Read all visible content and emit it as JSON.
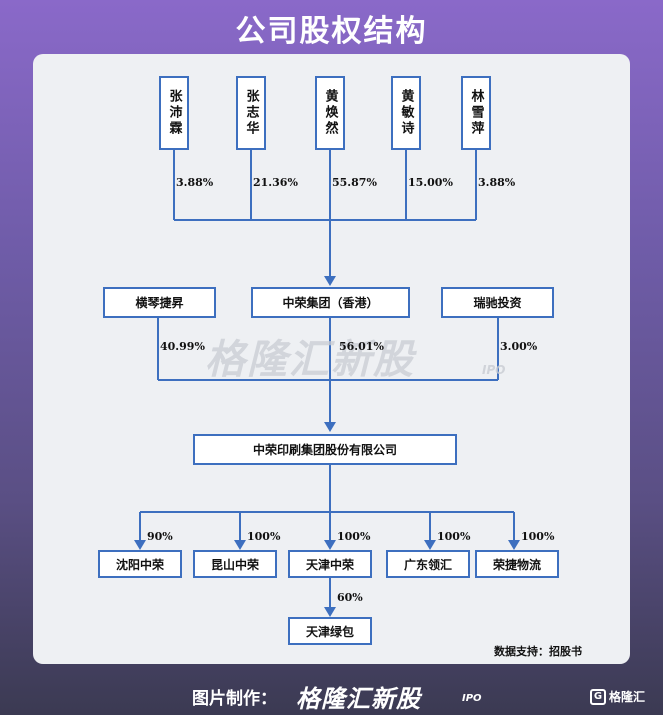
{
  "title": "公司股权结构",
  "shareholders_top": [
    {
      "name": "张沛霖",
      "pct": "3.88%"
    },
    {
      "name": "张志华",
      "pct": "21.36%"
    },
    {
      "name": "黄焕然",
      "pct": "55.87%"
    },
    {
      "name": "黄敏诗",
      "pct": "15.00%"
    },
    {
      "name": "林雪萍",
      "pct": "3.88%"
    }
  ],
  "middle": [
    {
      "name": "横琴捷昇",
      "pct": "40.99%"
    },
    {
      "name": "中荣集团（香港）",
      "pct": "56.01%"
    },
    {
      "name": "瑞驰投资",
      "pct": "3.00%"
    }
  ],
  "company": "中荣印刷集团股份有限公司",
  "subsidiaries": [
    {
      "name": "沈阳中荣",
      "pct": "90%"
    },
    {
      "name": "昆山中荣",
      "pct": "100%"
    },
    {
      "name": "天津中荣",
      "pct": "100%"
    },
    {
      "name": "广东领汇",
      "pct": "100%"
    },
    {
      "name": "荣捷物流",
      "pct": "100%"
    }
  ],
  "grandchild": {
    "name": "天津绿包",
    "pct": "60%"
  },
  "source": "数据支持：招股书",
  "watermark": {
    "main": "格隆汇新股",
    "sub": "IPO"
  },
  "footer": {
    "label": "图片制作：",
    "brand": "格隆汇新股",
    "brand_sub": "IPO",
    "corner_icon": "G",
    "corner_text": "格隆汇"
  },
  "colors": {
    "line": "#3d6fbf",
    "box_border": "#3d6fbf",
    "panel": "#eef0f3"
  }
}
